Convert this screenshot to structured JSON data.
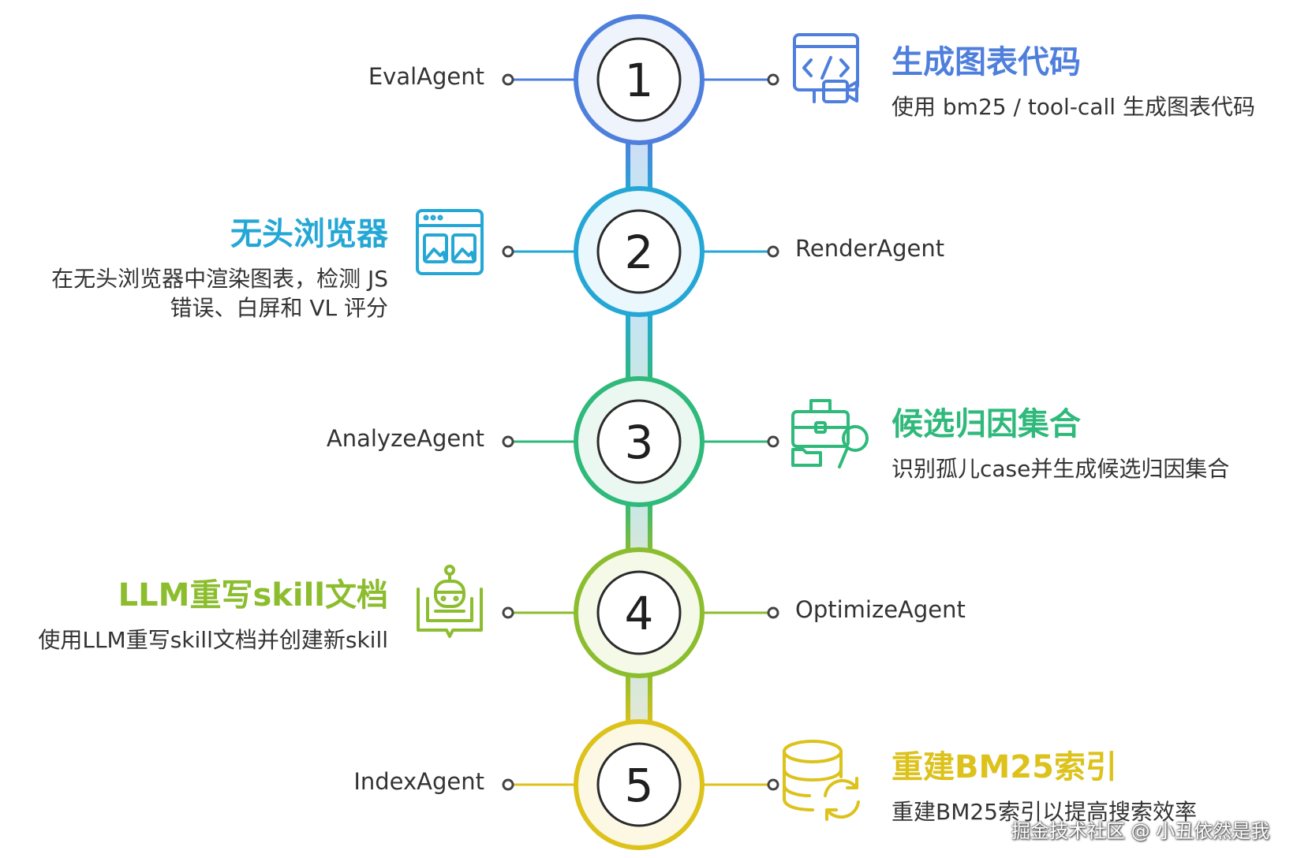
{
  "steps": [
    {
      "num": "1",
      "color": "#4f7fdc",
      "fill": "#eef3fc",
      "agent": "EvalAgent",
      "agent_side": "left",
      "title": "生成图表代码",
      "desc": [
        "使用 bm25 / tool-call 生成图表代码"
      ],
      "icon": "code-video-icon"
    },
    {
      "num": "2",
      "color": "#25a7d6",
      "fill": "#eaf7fc",
      "agent": "RenderAgent",
      "agent_side": "right",
      "title": "无头浏览器",
      "desc": [
        "在无头浏览器中渲染图表，检测 JS",
        "错误、白屏和 VL 评分"
      ],
      "icon": "browser-window-icon"
    },
    {
      "num": "3",
      "color": "#2fb97b",
      "fill": "#eaf8f1",
      "agent": "AnalyzeAgent",
      "agent_side": "left",
      "title": "候选归因集合",
      "desc": [
        "识别孤儿case并生成候选归因集合"
      ],
      "icon": "briefcase-search-icon"
    },
    {
      "num": "4",
      "color": "#8cbd2e",
      "fill": "#f4f9e8",
      "agent": "OptimizeAgent",
      "agent_side": "right",
      "title": "LLM重写skill文档",
      "desc": [
        "使用LLM重写skill文档并创建新skill"
      ],
      "icon": "robot-book-icon"
    },
    {
      "num": "5",
      "color": "#dcc21b",
      "fill": "#fcf8e4",
      "agent": "IndexAgent",
      "agent_side": "left",
      "title": "重建BM25索引",
      "desc": [
        "重建BM25索引以提高搜索效率"
      ],
      "icon": "database-refresh-icon"
    }
  ],
  "watermark": "掘金技术社区 @ 小丑依然是我"
}
